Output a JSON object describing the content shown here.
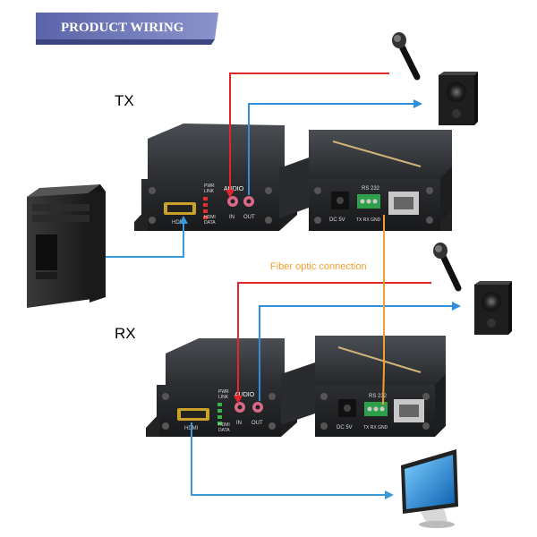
{
  "banner": {
    "title": "PRODUCT WIRING"
  },
  "labels": {
    "tx": "TX",
    "rx": "RX",
    "fiber": "Fiber optic connection"
  },
  "panel": {
    "pwr": "PWR",
    "link": "LINK",
    "hdmi_led": "HDMI",
    "data_led": "DATA",
    "audio": "AUDIO",
    "in": "IN",
    "out": "OUT",
    "hdmi_port": "HDMI",
    "dc": "DC 5V",
    "rs232": "RS 232",
    "txrxgnd": "TX RX GND"
  },
  "colors": {
    "audio_in_cable": "#e3262b",
    "audio_out_cable": "#2f8fdc",
    "hdmi_cable": "#3a9ad9",
    "fiber_cable": "#f0a030",
    "fiber_text": "#f0a030",
    "banner_bg": "#6a75b8"
  }
}
